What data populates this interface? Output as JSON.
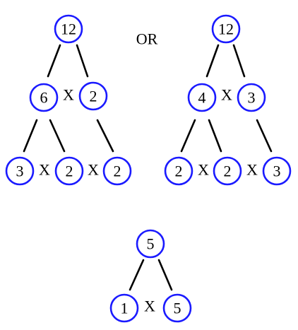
{
  "connector_text": "OR",
  "colors": {
    "node_border": "#1a1aff",
    "line": "#000000",
    "text": "#000000"
  },
  "tree_left": {
    "root": "12",
    "level1": [
      "6",
      "2"
    ],
    "level1_operator": "X",
    "level2": [
      "3",
      "2",
      "2"
    ],
    "level2_operators": [
      "X",
      "X"
    ]
  },
  "tree_right": {
    "root": "12",
    "level1": [
      "4",
      "3"
    ],
    "level1_operator": "X",
    "level2": [
      "2",
      "2",
      "3"
    ],
    "level2_operators": [
      "X",
      "X"
    ]
  },
  "tree_bottom": {
    "root": "5",
    "level1": [
      "1",
      "5"
    ],
    "level1_operator": "X"
  }
}
